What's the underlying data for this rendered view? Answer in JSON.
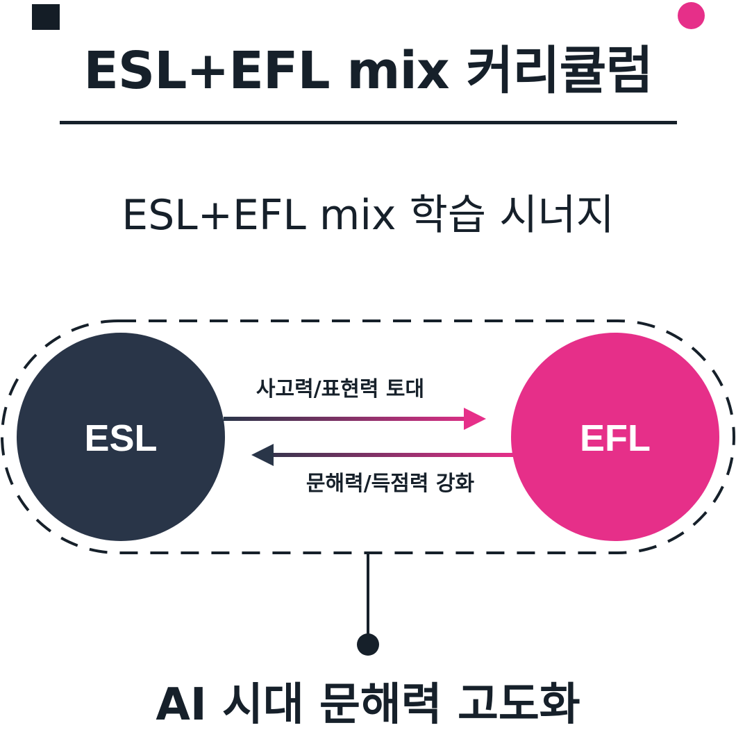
{
  "title": "ESL+EFL mix 커리큘럼",
  "subtitle": "ESL+EFL mix 학습 시너지",
  "nodes": {
    "left": {
      "label": "ESL",
      "color": "#293548"
    },
    "right": {
      "label": "EFL",
      "color": "#e62f89"
    }
  },
  "arrows": {
    "forward_label": "사고력/표현력 토대",
    "backward_label": "문해력/득점력 강화"
  },
  "outcome": "AI 시대 문해력 고도화",
  "colors": {
    "accent": "#e62f89",
    "dark": "#16202a",
    "esl": "#293548"
  }
}
